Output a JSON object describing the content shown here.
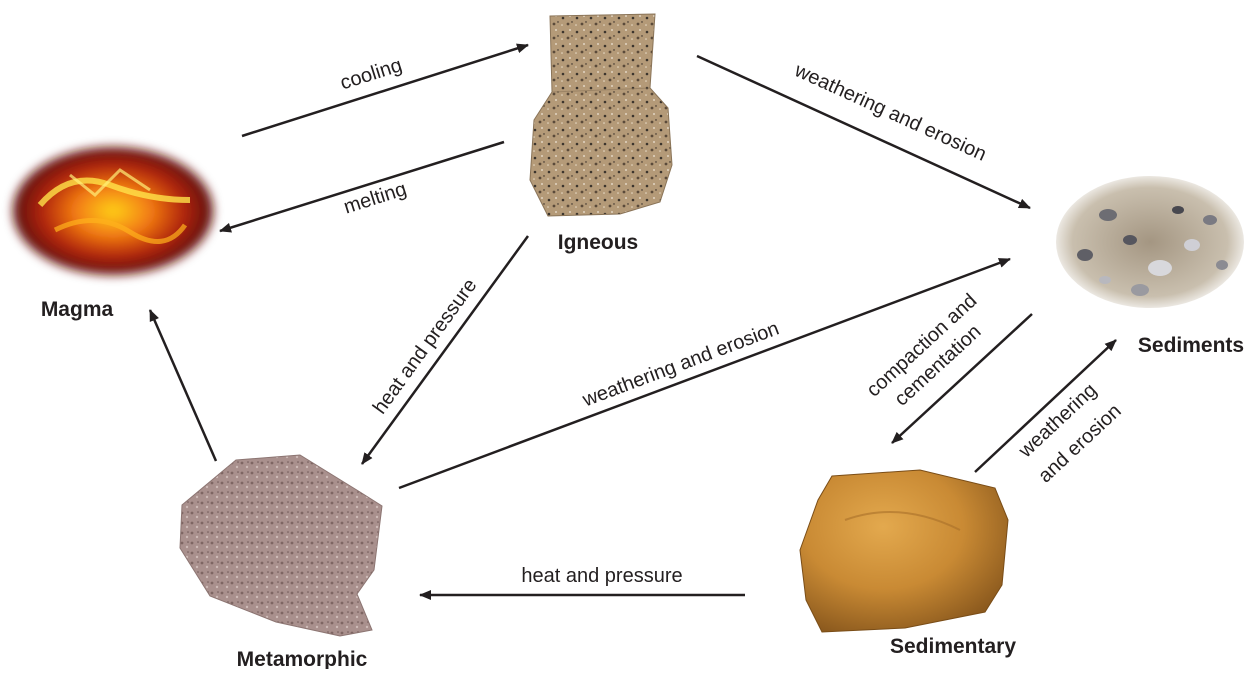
{
  "nodes": {
    "magma": {
      "label": "Magma"
    },
    "igneous": {
      "label": "Igneous"
    },
    "sediments": {
      "label": "Sediments"
    },
    "sedimentary": {
      "label": "Sedimentary"
    },
    "metamorphic": {
      "label": "Metamorphic"
    }
  },
  "edges": {
    "cooling": "cooling",
    "melting": "melting",
    "igneous_weathering": "weathering and erosion",
    "igneous_heat": "heat and pressure",
    "metamorphic_weathering": "weathering and erosion",
    "compaction_line1": "compaction and",
    "compaction_line2": "cementation",
    "sedimentary_weathering_line1": "weathering",
    "sedimentary_weathering_line2": "and erosion",
    "sedimentary_heat": "heat and pressure"
  }
}
